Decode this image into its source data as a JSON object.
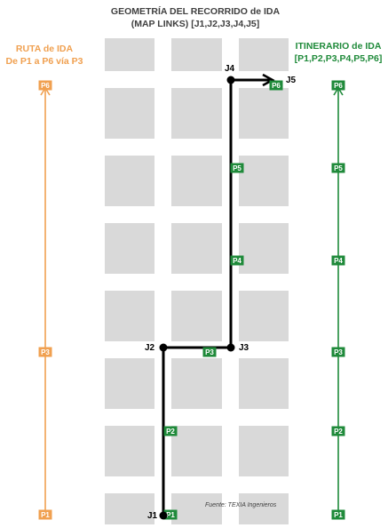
{
  "title": {
    "line1": "GEOMETRÍA DEL RECORRIDO de IDA",
    "line2": "(MAP LINKS) [J1,J2,J3,J4,J5]"
  },
  "route_ida": {
    "line1": "RUTA de IDA",
    "line2": "De P1 a P6 vía P3",
    "color": "#f0a050",
    "stops": [
      "P6",
      "P3",
      "P1"
    ]
  },
  "itinerario": {
    "line1": "ITINERARIO de IDA",
    "line2": "[P1,P2,P3,P4,P5,P6]",
    "color": "#1f8a3a",
    "stops": [
      "P6",
      "P5",
      "P4",
      "P3",
      "P2",
      "P1"
    ]
  },
  "geometry": {
    "junctions": [
      "J1",
      "J2",
      "J3",
      "J4",
      "J5"
    ],
    "path_stops": [
      "P1",
      "P2",
      "P3",
      "P4",
      "P5",
      "P6"
    ],
    "path_color": "#000000",
    "block_color": "#d9d9d9"
  },
  "source": "Fuente: TEXIA Ingenieros"
}
